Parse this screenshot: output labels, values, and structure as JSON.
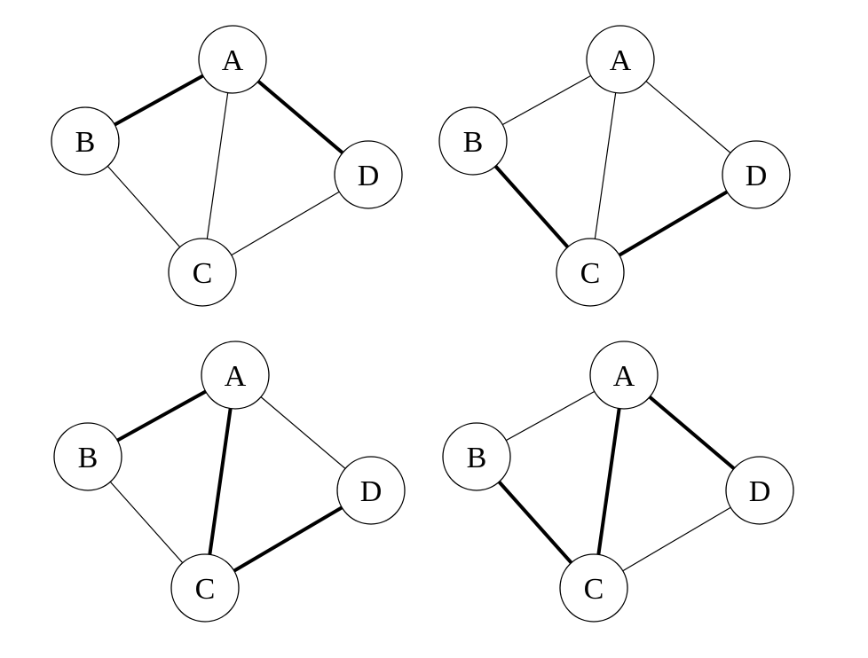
{
  "figure": {
    "colors": {
      "background": "#ffffff",
      "stroke": "#000000",
      "node_fill": "#ffffff"
    },
    "nodes": [
      "A",
      "B",
      "C",
      "D"
    ],
    "edges": [
      [
        "A",
        "B"
      ],
      [
        "A",
        "C"
      ],
      [
        "A",
        "D"
      ],
      [
        "B",
        "C"
      ],
      [
        "C",
        "D"
      ]
    ],
    "panels": [
      {
        "id": "top-left",
        "highlighted_edges": [
          [
            "A",
            "B"
          ],
          [
            "A",
            "D"
          ]
        ]
      },
      {
        "id": "top-right",
        "highlighted_edges": [
          [
            "B",
            "C"
          ],
          [
            "C",
            "D"
          ]
        ]
      },
      {
        "id": "bottom-left",
        "highlighted_edges": [
          [
            "A",
            "B"
          ],
          [
            "A",
            "C"
          ],
          [
            "C",
            "D"
          ]
        ]
      },
      {
        "id": "bottom-right",
        "highlighted_edges": [
          [
            "A",
            "C"
          ],
          [
            "A",
            "D"
          ],
          [
            "B",
            "C"
          ]
        ]
      }
    ]
  }
}
